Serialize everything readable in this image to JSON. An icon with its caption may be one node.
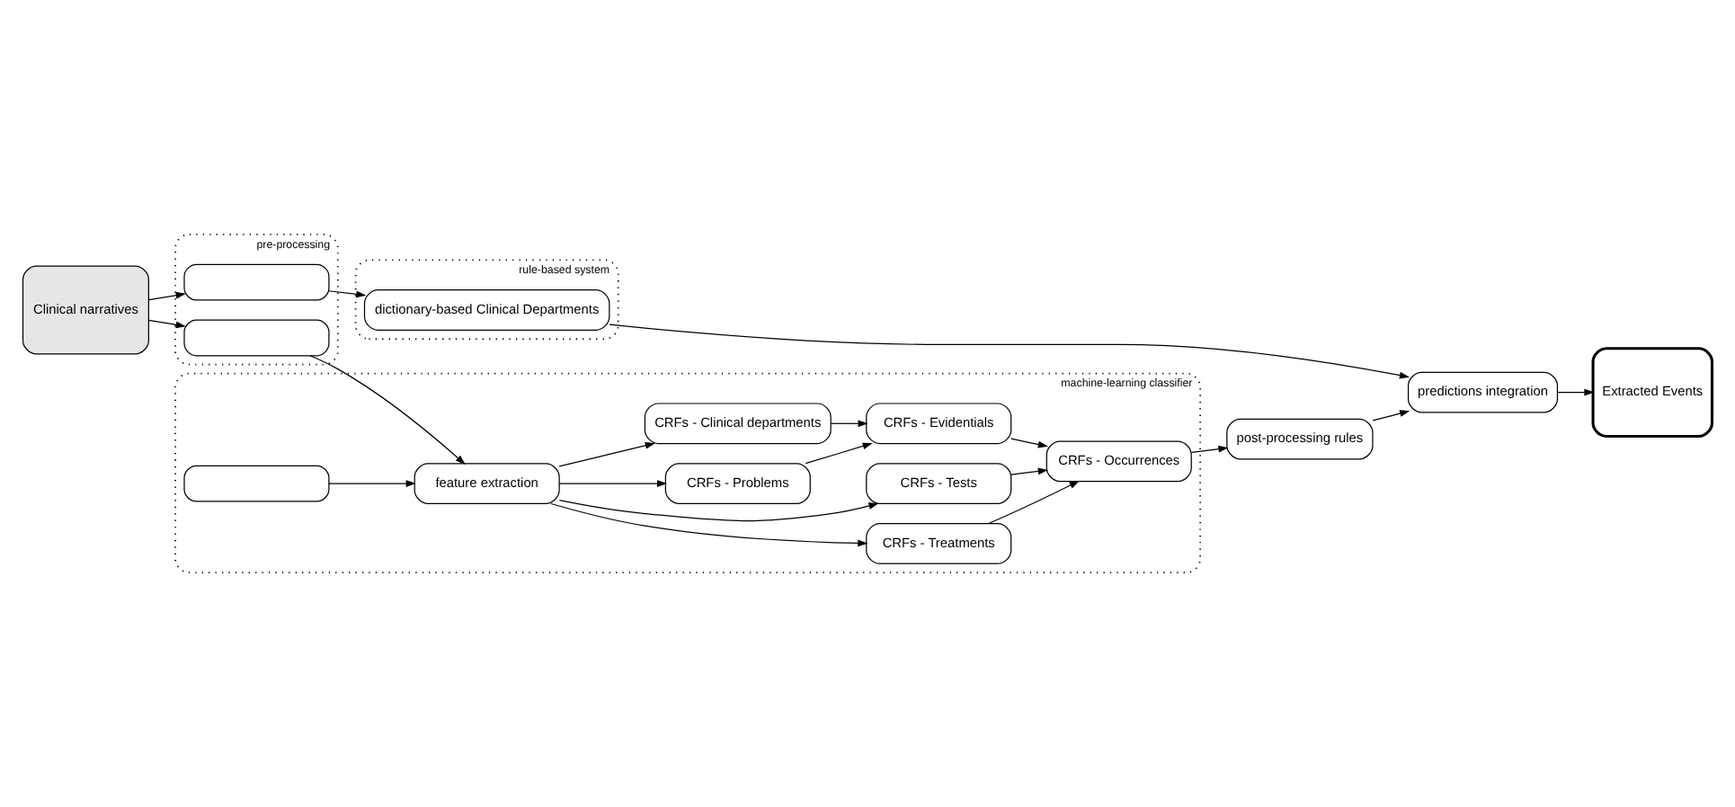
{
  "diagram": {
    "nodes": [
      {
        "text": [
          "Clinical narratives"
        ]
      },
      {
        "text": [
          "pre-processing"
        ]
      },
      {
        "text": [],
        "shape": "box",
        "in": 1
      },
      {
        "text": [],
        "shape": "box",
        "in": 1
      },
      {
        "text": [
          "rule-based system"
        ]
      },
      {
        "text": [
          "dictionary-based Clinical Departments"
        ],
        "in": 4
      },
      {
        "text": [
          "predictions integration"
        ]
      },
      {
        "text": [
          "Extracted Events"
        ]
      },
      {
        "text": [
          "machine-learning classifier"
        ]
      },
      {
        "text": [
          "feature extraction"
        ],
        "in": 8
      },
      {
        "text": [],
        "shape": "box",
        "in": 8
      },
      {
        "text": [
          "CRFs - Treatments"
        ],
        "in": 8
      },
      {
        "text": [
          "CRFs - Tests"
        ],
        "in": 8
      },
      {
        "text": [
          "CRFs - Problems"
        ],
        "in": 8
      },
      {
        "text": [
          "CRFs - Clinical departments"
        ],
        "in": 8
      },
      {
        "text": [
          "CRFs - Occurrences"
        ],
        "in": 8
      },
      {
        "text": [
          "CRFs - Evidentials"
        ],
        "in": 8
      },
      {
        "text": [
          "post-processing rules"
        ]
      }
    ],
    "edges": [
      {
        "from": 0,
        "to": 2,
        "arrow": "to"
      },
      {
        "from": 0,
        "to": 3,
        "arrow": "to"
      },
      {
        "from": 2,
        "to": 5,
        "arrow": "to"
      },
      {
        "from": 5,
        "to": 6,
        "arrow": "to"
      },
      {
        "from": 6,
        "to": 7,
        "arrow": "to"
      },
      {
        "from": 3,
        "to": 9,
        "arrow": "to"
      },
      {
        "from": 10,
        "to": 9,
        "arrow": "to"
      },
      {
        "from": 9,
        "to": 11,
        "arrow": "to"
      },
      {
        "from": 9,
        "to": 12,
        "arrow": "to"
      },
      {
        "from": 9,
        "to": 13,
        "arrow": "to"
      },
      {
        "from": 9,
        "to": 14,
        "arrow": "to"
      },
      {
        "from": 11,
        "to": 15,
        "arrow": "to"
      },
      {
        "from": 12,
        "to": 15,
        "arrow": "to"
      },
      {
        "from": 13,
        "to": 16,
        "arrow": "to"
      },
      {
        "from": 14,
        "to": 16,
        "arrow": "to"
      },
      {
        "from": 16,
        "to": 15,
        "arrow": "to"
      },
      {
        "from": 15,
        "to": 17,
        "arrow": "to"
      },
      {
        "from": 17,
        "to": 6,
        "arrow": "to"
      }
    ]
  }
}
